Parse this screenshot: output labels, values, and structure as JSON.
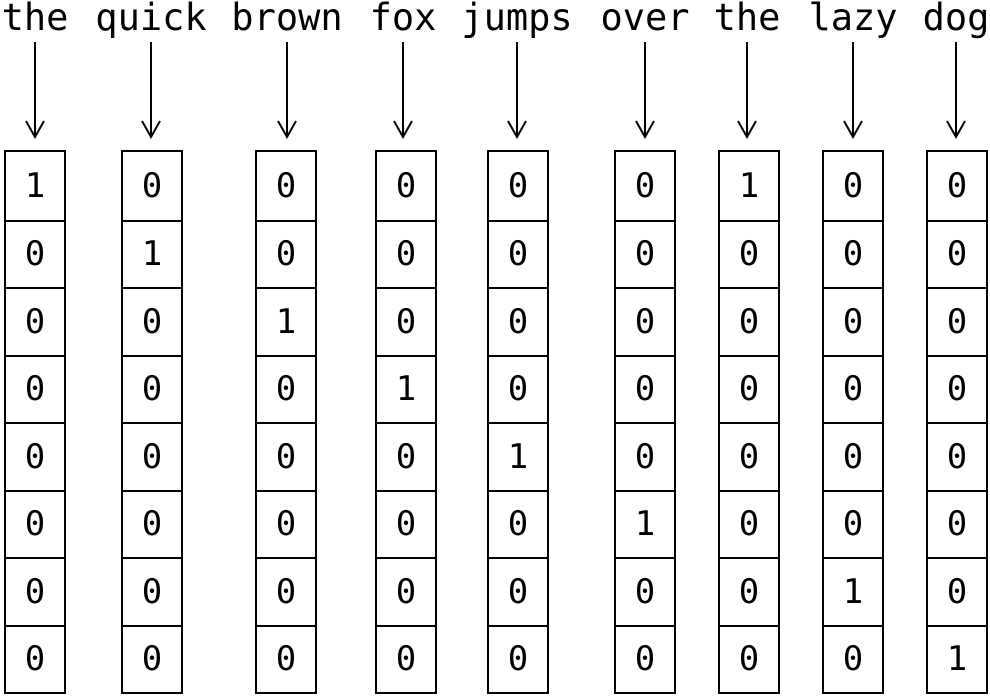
{
  "columns": [
    {
      "word": "the",
      "vector": [
        "1",
        "0",
        "0",
        "0",
        "0",
        "0",
        "0",
        "0"
      ]
    },
    {
      "word": "quick",
      "vector": [
        "0",
        "1",
        "0",
        "0",
        "0",
        "0",
        "0",
        "0"
      ]
    },
    {
      "word": "brown",
      "vector": [
        "0",
        "0",
        "1",
        "0",
        "0",
        "0",
        "0",
        "0"
      ]
    },
    {
      "word": "fox",
      "vector": [
        "0",
        "0",
        "0",
        "1",
        "0",
        "0",
        "0",
        "0"
      ]
    },
    {
      "word": "jumps",
      "vector": [
        "0",
        "0",
        "0",
        "0",
        "1",
        "0",
        "0",
        "0"
      ]
    },
    {
      "word": "over",
      "vector": [
        "0",
        "0",
        "0",
        "0",
        "0",
        "1",
        "0",
        "0"
      ]
    },
    {
      "word": "the",
      "vector": [
        "1",
        "0",
        "0",
        "0",
        "0",
        "0",
        "0",
        "0"
      ]
    },
    {
      "word": "lazy",
      "vector": [
        "0",
        "0",
        "0",
        "0",
        "0",
        "0",
        "1",
        "0"
      ]
    },
    {
      "word": "dog",
      "vector": [
        "0",
        "0",
        "0",
        "0",
        "0",
        "0",
        "0",
        "1"
      ]
    }
  ]
}
